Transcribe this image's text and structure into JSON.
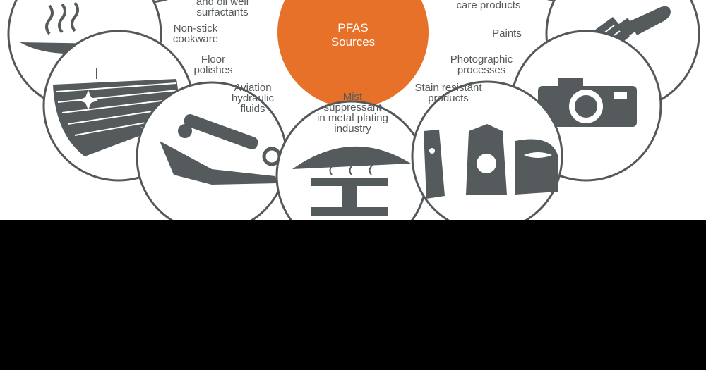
{
  "hub": {
    "label": "PFAS\nSources",
    "color": "#e8712a"
  },
  "palette": {
    "outline": "#54585a",
    "icon": "#555a5d",
    "background": "#ffffff",
    "text": "#54585a"
  },
  "labels": {
    "surfactants": "and oil well\nsurfactants",
    "personal_care": "care products",
    "cookware": "Non-stick\ncookware",
    "paints": "Paints",
    "floor_polishes": "Floor\npolishes",
    "photographic": "Photographic\nprocesses",
    "aviation": "Aviation\nhydraulic\nfluids",
    "mist": "Mist\nsuppressant\nin metal plating\nindustry",
    "stain": "Stain resistant\nproducts"
  },
  "icons": [
    "frying-pan",
    "paint-brush",
    "floor-shine",
    "camera",
    "hydraulic-piston",
    "metal-plating-beam",
    "stain-spray"
  ]
}
